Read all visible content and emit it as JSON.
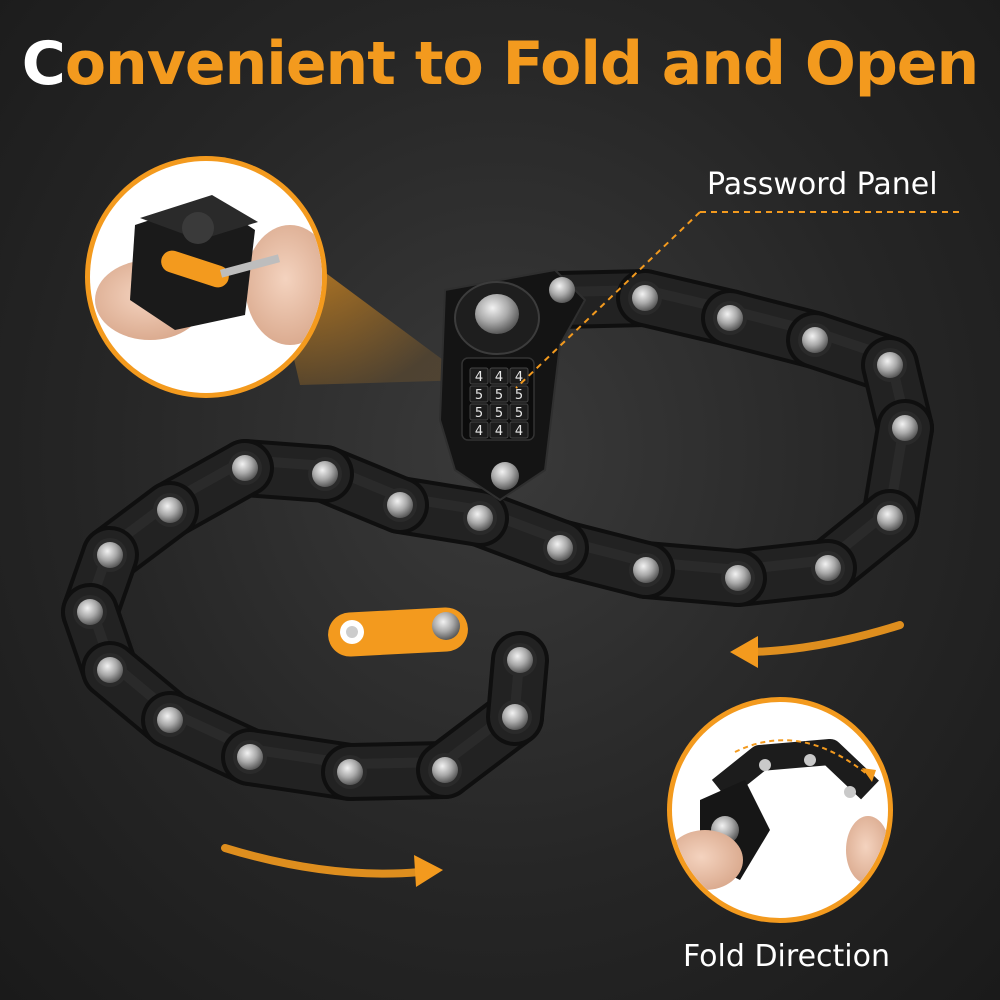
{
  "headline": {
    "first_letter": "C",
    "rest": "onvenient to Fold and Open"
  },
  "callouts": {
    "password_panel": "Password Panel",
    "fold_direction": "Fold Direction"
  },
  "dial_digits": [
    "4",
    "5",
    "5",
    "4"
  ],
  "colors": {
    "accent": "#f39a1e",
    "headline_first": "#ffffff",
    "background": "#262626",
    "link": "#1c1c1c",
    "rivet": "#c9c9c9"
  }
}
